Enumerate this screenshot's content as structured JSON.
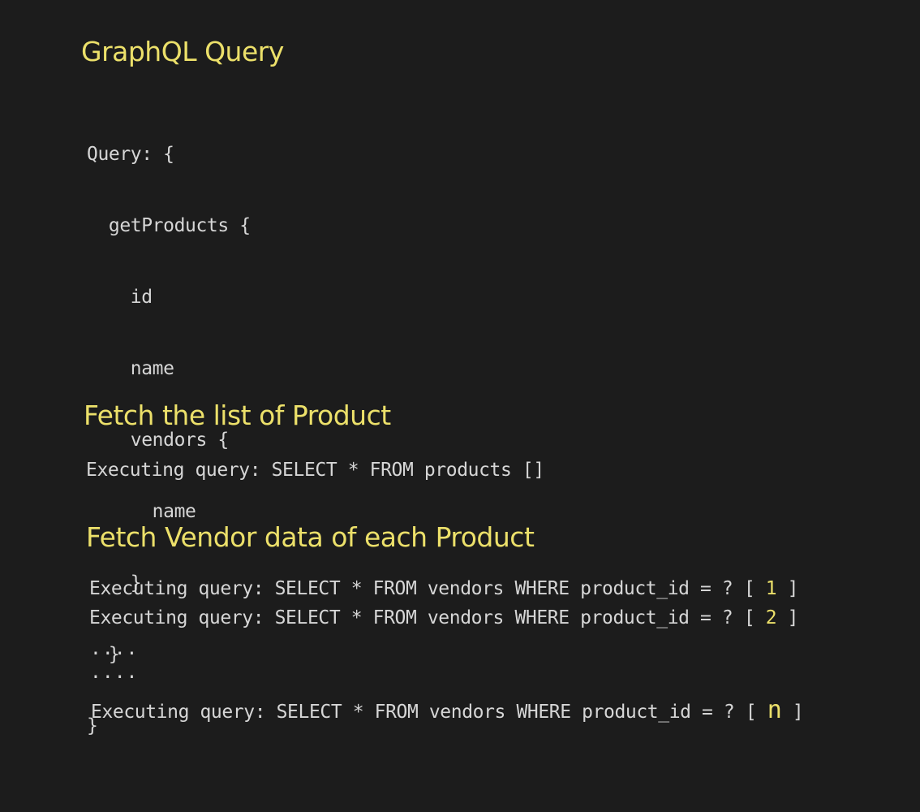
{
  "sections": {
    "graphql": {
      "title": "GraphQL Query",
      "lines": [
        "Query: {",
        "  getProducts {",
        "    id",
        "    name",
        "    vendors {",
        "      name",
        "    }",
        "  }",
        "}"
      ]
    },
    "fetch_products": {
      "title": "Fetch the list of Product",
      "log": "Executing query: SELECT * FROM products []"
    },
    "fetch_vendors": {
      "title": "Fetch Vendor data of each Product",
      "log_prefix": "Executing query: SELECT * FROM vendors WHERE product_id = ? [ ",
      "log_suffix": " ]",
      "ids": [
        "1",
        "2",
        "n"
      ],
      "ellipsis": "....",
      "ellipsis_2": "...."
    }
  }
}
